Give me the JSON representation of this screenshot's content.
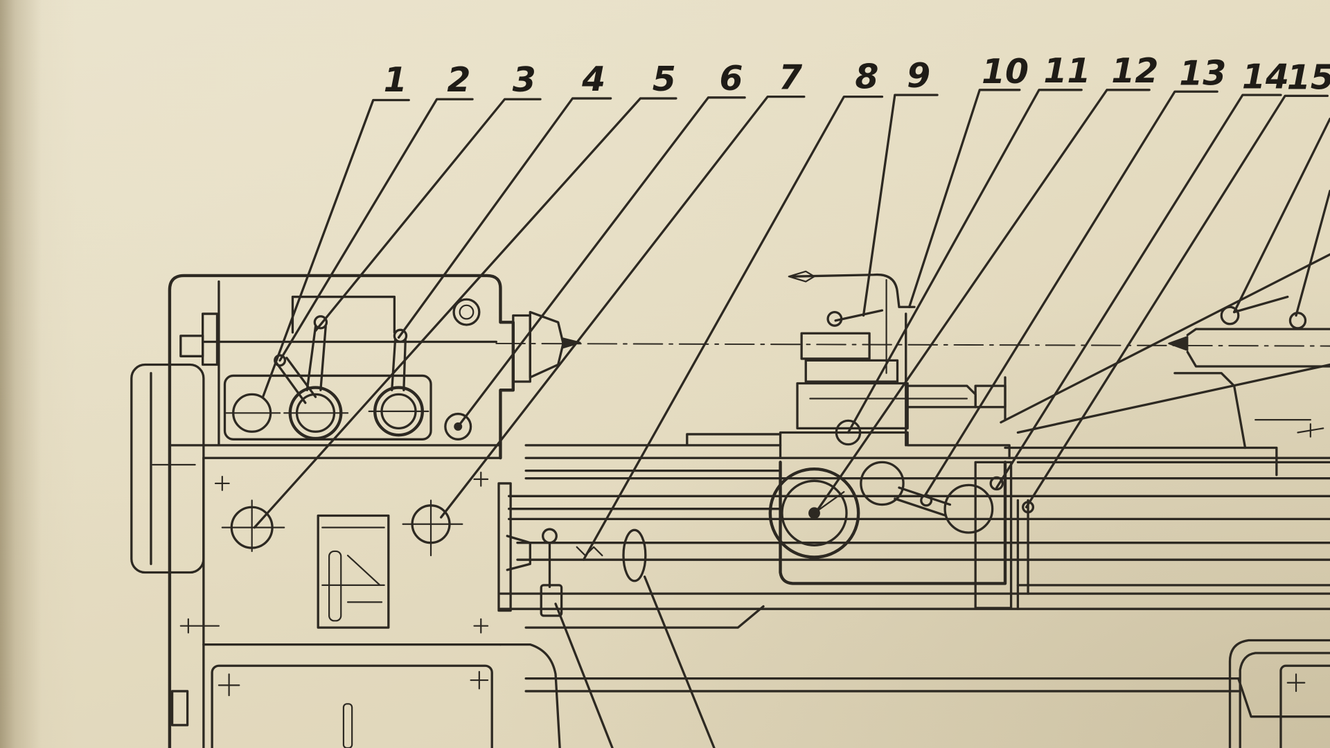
{
  "colors": {
    "paper": "#e6dec6",
    "ink": "#2d2922"
  },
  "callouts": [
    {
      "label": "1"
    },
    {
      "label": "2"
    },
    {
      "label": "3"
    },
    {
      "label": "4"
    },
    {
      "label": "5"
    },
    {
      "label": "6"
    },
    {
      "label": "7"
    },
    {
      "label": "8"
    },
    {
      "label": "9"
    },
    {
      "label": "10"
    },
    {
      "label": "11"
    },
    {
      "label": "12"
    },
    {
      "label": "13"
    },
    {
      "label": "14"
    },
    {
      "label": "15"
    }
  ]
}
